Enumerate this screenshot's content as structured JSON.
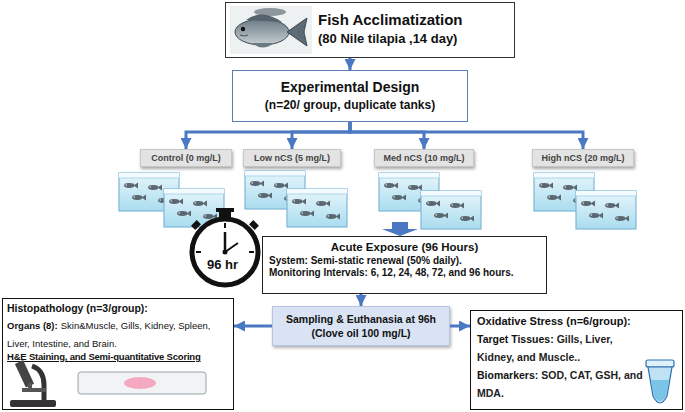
{
  "diagram": {
    "nodes": [
      {
        "text": [
          "Fish Acclimatization",
          "(80 Nile tilapia ,14 day)"
        ]
      },
      {
        "text": [
          "Experimental Design",
          "(n=20/ group, duplicate tanks)"
        ]
      },
      {
        "text": [
          "Control (0 mg/L)"
        ]
      },
      {
        "text": [
          "Low nCS (5 mg/L)"
        ]
      },
      {
        "text": [
          "Med nCS (10 mg/L)"
        ]
      },
      {
        "text": [
          "High nCS (20 mg/L)"
        ]
      },
      {
        "text": [
          "Acute Exposure (96 Hours)",
          "System: Semi-static renewal (50% daily).",
          "Monitoring Intervals: 6, 12, 24, 48, 72, and 96 hours."
        ]
      },
      {
        "text": [
          "Sampling & Euthanasia at 96h",
          "(Clove oil 100 mg/L)"
        ]
      },
      {
        "text": [
          "Histopathology (n=3/group):",
          "Organs (8):",
          "Skin&Muscle, Gills, Kidney, Spleen, Liver, Intestine, and Brain.",
          "H&E Staining, and Semi-quantitative Scoring"
        ]
      },
      {
        "text": [
          "Oxidative Stress (n=6/group):",
          "Target Tissues:",
          "Gills, Liver, Kidney, and Muscle..",
          "Biomarkers:",
          "SOD, CAT, GSH, and MDA."
        ]
      }
    ],
    "edges": [
      {
        "from": 0,
        "to": 1,
        "arrow": "to"
      },
      {
        "from": 1,
        "to": 2,
        "arrow": "to"
      },
      {
        "from": 1,
        "to": 3,
        "arrow": "to"
      },
      {
        "from": 1,
        "to": 4,
        "arrow": "to"
      },
      {
        "from": 1,
        "to": 5,
        "arrow": "to"
      },
      {
        "from": 6,
        "to": 7,
        "arrow": "to"
      },
      {
        "from": 7,
        "to": 8,
        "arrow": "to"
      },
      {
        "from": 7,
        "to": 9,
        "arrow": "to"
      }
    ],
    "labels": [
      "96 hr"
    ]
  }
}
